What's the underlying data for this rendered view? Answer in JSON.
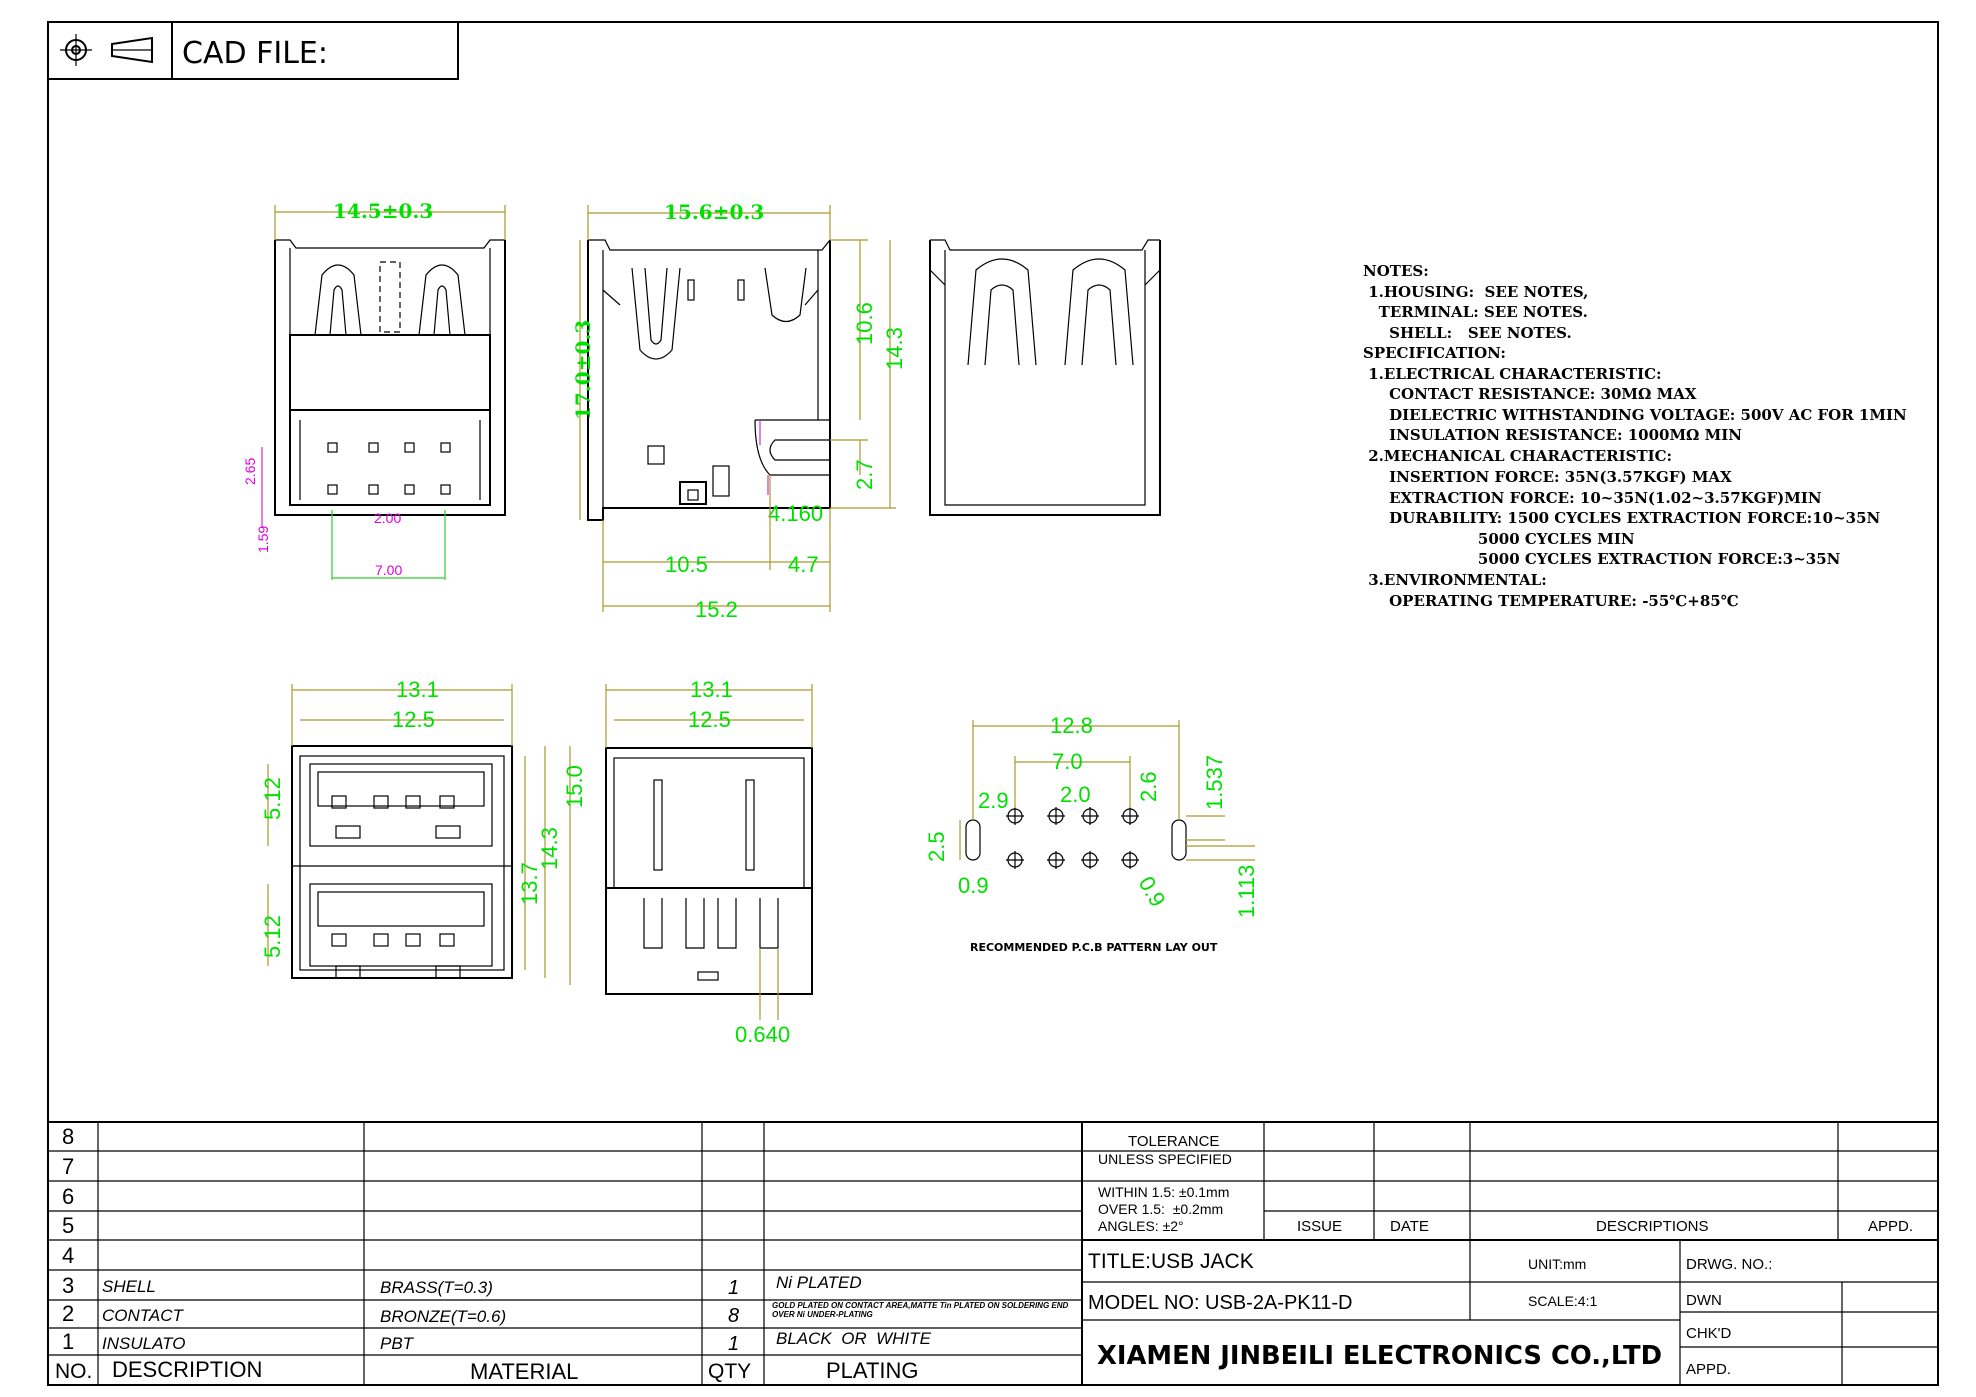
{
  "header": {
    "cad_label": "CAD FILE:"
  },
  "dims": {
    "d1": "14.5±0.3",
    "d2": "15.6±0.3",
    "d3": "17.0±0.3",
    "d4": "10.6",
    "d5": "14.3",
    "d6": "2.7",
    "d7": "4.160",
    "d8": "10.5",
    "d9": "4.7",
    "d10": "15.2",
    "d11": "2.65",
    "d12": "1.59",
    "d13": "2.00",
    "d14": "7.00",
    "f1a": "13.1",
    "f1b": "12.5",
    "f1c": "5.12",
    "f1d": "5.12",
    "f1e": "13.7",
    "f1f": "14.3",
    "f1g": "15.0",
    "f2a": "13.1",
    "f2b": "12.5",
    "f2c": "0.640",
    "p1": "12.8",
    "p2": "7.0",
    "p3": "2.9",
    "p4": "2.0",
    "p5": "2.6",
    "p6": "1.537",
    "p7": "2.5",
    "p8": "0.9",
    "p9": "0.9",
    "p10": "1.113",
    "pcb_caption": "RECOMMENDED P.C.B PATTERN LAY OUT"
  },
  "notes": [
    "NOTES:",
    " 1.HOUSING:  SEE NOTES,",
    "   TERMINAL: SEE NOTES.",
    "     SHELL:   SEE NOTES.",
    "SPECIFICATION:",
    " 1.ELECTRICAL CHARACTERISTIC:",
    "     CONTACT RESISTANCE: 30MΩ MAX",
    "     DIELECTRIC WITHSTANDING VOLTAGE: 500V AC FOR 1MIN",
    "     INSULATION RESISTANCE: 1000MΩ MIN",
    " 2.MECHANICAL CHARACTERISTIC:",
    "     INSERTION FORCE: 35N(3.57KGF) MAX",
    "     EXTRACTION FORCE: 10~35N(1.02~3.57KGF)MIN",
    "     DURABILITY: 1500 CYCLES EXTRACTION FORCE:10~35N",
    "                      5000 CYCLES MIN",
    "                      5000 CYCLES EXTRACTION FORCE:3~35N",
    " 3.ENVIRONMENTAL:",
    "     OPERATING TEMPERATURE: -55℃+85℃"
  ],
  "bom": {
    "row_numbers": [
      "8",
      "7",
      "6",
      "5",
      "4",
      "3",
      "2",
      "1"
    ],
    "rows": [
      {
        "no": "3",
        "description": "SHELL",
        "material": "BRASS(T=0.3)",
        "qty": "1",
        "plating": "Ni PLATED"
      },
      {
        "no": "2",
        "description": "CONTACT",
        "material": "BRONZE(T=0.6)",
        "qty": "8",
        "plating": "GOLD PLATED ON CONTACT AREA,MATTE Tin PLATED ON SOLDERING END OVER Ni UNDER-PLATING"
      },
      {
        "no": "1",
        "description": "INSULATO",
        "material": "PBT",
        "qty": "1",
        "plating": "BLACK  OR  WHITE"
      }
    ],
    "headers": {
      "no": "NO.",
      "description": "DESCRIPTION",
      "material": "MATERIAL",
      "qty": "QTY",
      "plating": "PLATING"
    }
  },
  "titleblock": {
    "tolerance_title": "TOLERANCE",
    "tolerance_sub": "UNLESS SPECIFIED",
    "tol_within": "WITHIN 1.5: ±0.1mm",
    "tol_over": "OVER 1.5:  ±0.2mm",
    "tol_angles": "ANGLES: ±2°",
    "issue": "ISSUE",
    "date": "DATE",
    "descriptions": "DESCRIPTIONS",
    "appd_top": "APPD.",
    "title": "TITLE:USB JACK",
    "unit": "UNIT:mm",
    "drwg_no": "DRWG. NO.:",
    "model_no": "MODEL NO: USB-2A-PK11-D",
    "scale": "SCALE:4:1",
    "dwn": "DWN",
    "chkd": "CHK'D",
    "appd": "APPD.",
    "company": "XIAMEN JINBEILI ELECTRONICS CO.,LTD"
  }
}
